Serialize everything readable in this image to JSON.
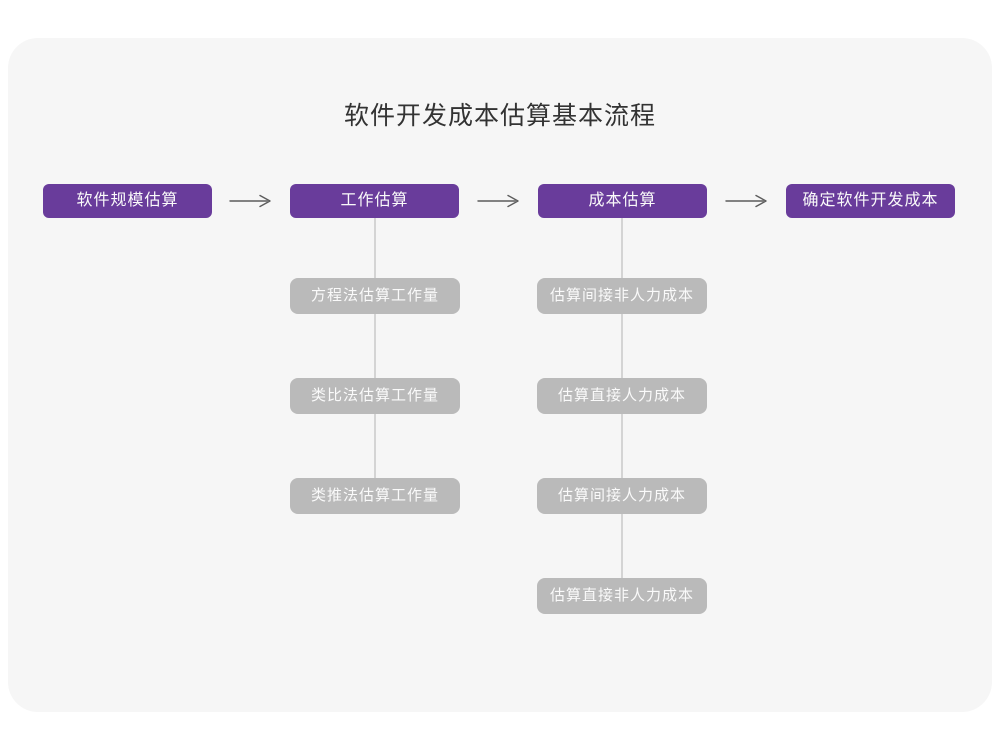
{
  "page": {
    "title": "软件开发成本估算基本流程"
  },
  "colors": {
    "page_bg": "#ffffff",
    "card_bg": "#f6f6f6",
    "primary": "#693c9b",
    "secondary": "#bababa",
    "connector": "#d4d4d4",
    "arrow": "#5c5c5c",
    "title_text": "#333333",
    "node_text": "#fafafa"
  },
  "flow": {
    "main_steps": [
      {
        "label": "软件规模估算"
      },
      {
        "label": "工作估算"
      },
      {
        "label": "成本估算"
      },
      {
        "label": "确定软件开发成本"
      }
    ],
    "work_estimation_methods": [
      "方程法估算工作量",
      "类比法估算工作量",
      "类推法估算工作量"
    ],
    "cost_estimation_items": [
      "估算间接非人力成本",
      "估算直接人力成本",
      "估算间接人力成本",
      "估算直接非人力成本"
    ]
  }
}
